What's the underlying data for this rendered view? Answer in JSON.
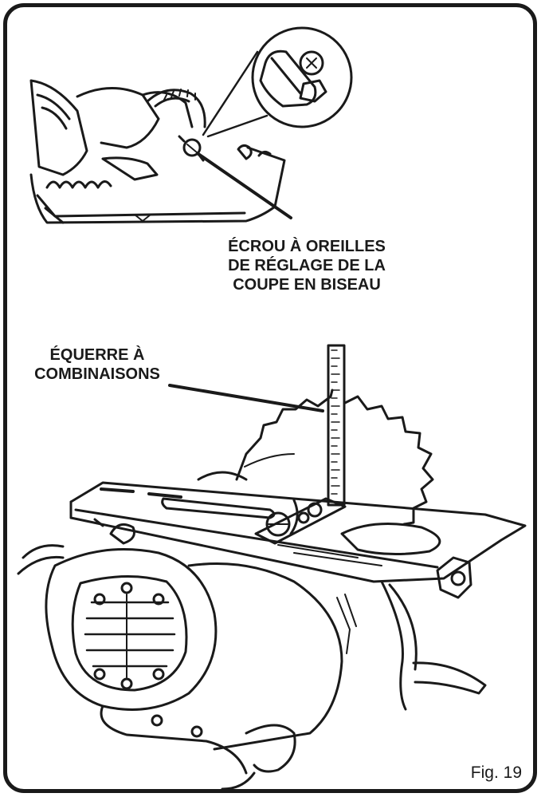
{
  "labels": {
    "bevel_nut": [
      "ÉCROU À OREILLES",
      "DE RÉGLAGE DE LA",
      "COUPE EN BISEAU"
    ],
    "square": [
      "ÉQUERRE À",
      "COMBINAISONS"
    ]
  },
  "figure_number": "Fig. 19",
  "colors": {
    "line": "#1a1a1a",
    "background": "#ffffff"
  },
  "icons": [
    "wing-nut-icon",
    "combination-square-icon",
    "saw-blade-icon"
  ]
}
